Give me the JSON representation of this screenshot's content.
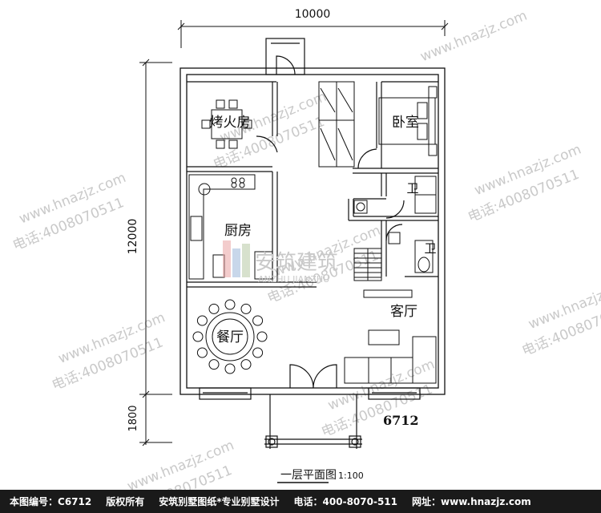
{
  "dimensions": {
    "top_width": "10000",
    "left_height": "12000",
    "left_lower": "1800"
  },
  "rooms": {
    "roast_room": "烤火房",
    "bedroom": "卧室",
    "kitchen": "厨房",
    "bath_1": "卫",
    "bath_2": "卫",
    "living_room": "客厅",
    "dining_room": "餐厅"
  },
  "drawing_code": "6712",
  "plan_title": "一层平面图",
  "scale": "1:100",
  "logo": {
    "cn": "安筑建筑",
    "en": "ANZHU JIANZHU"
  },
  "watermark": {
    "site": "www.hnazjz.com",
    "phone": "4008070511",
    "phone_label": "电话:"
  },
  "footer": {
    "code_label": "本图编号：",
    "code": "C6712",
    "copyright": "版权所有",
    "company": "安筑别墅图纸*专业别墅设计",
    "phone_label": "电话：",
    "phone": "400-8070-511",
    "site_label": "网址：",
    "site": "www.hnazjz.com"
  }
}
